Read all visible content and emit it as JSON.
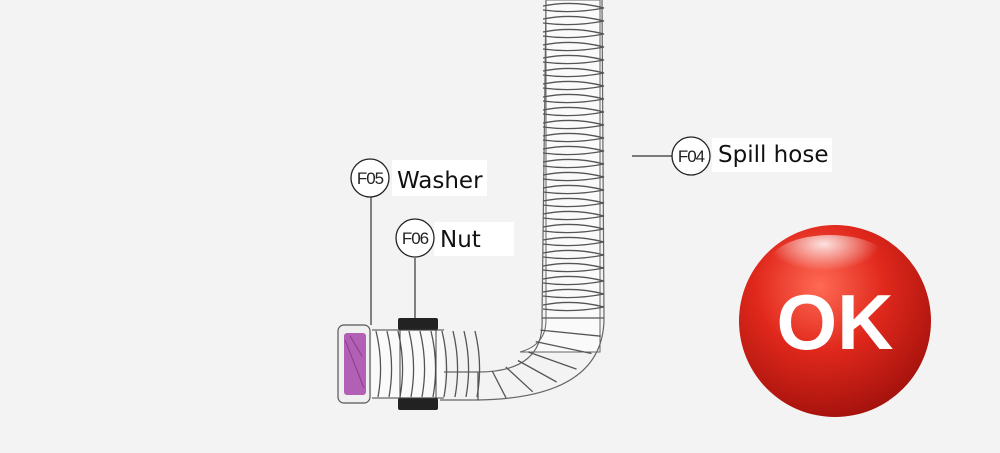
{
  "parts": [
    {
      "code": "F04",
      "name": "Spill hose"
    },
    {
      "code": "F05",
      "name": "Washer"
    },
    {
      "code": "F06",
      "name": "Nut"
    }
  ],
  "badge": {
    "text": "OK",
    "color": "#d7261e"
  },
  "colors": {
    "washer": "#b25fb6",
    "nut": "#222222",
    "hose_outline": "#555555"
  }
}
